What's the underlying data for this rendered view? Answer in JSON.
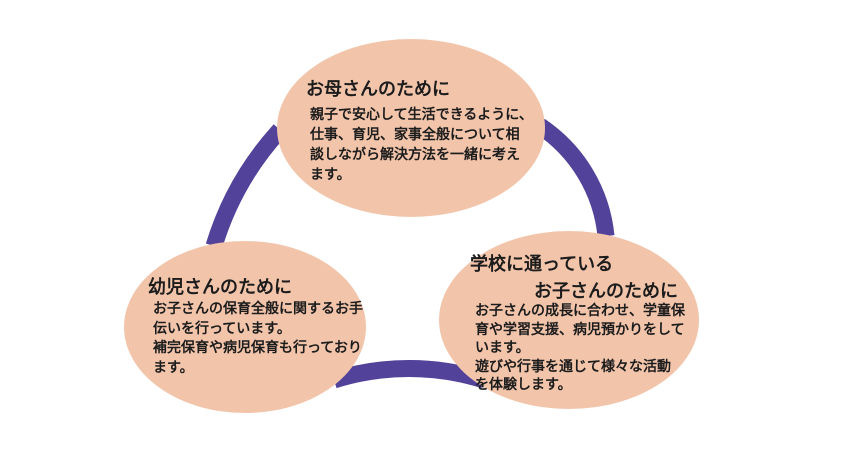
{
  "colors": {
    "background": "#ffffff",
    "bubble": "#f2c5ab",
    "ring": "#524299",
    "text": "#1c1c1c"
  },
  "bubbles": {
    "mothers": {
      "title": "お母さんのために",
      "body_lines": [
        "親子で安心して生活できるように、",
        "仕事、育児、家事全般について相",
        "談しながら解決方法を一緒に考え",
        "ます。"
      ]
    },
    "toddlers": {
      "title": "幼児さんのために",
      "body_lines": [
        "お子さんの保育全般に関するお手",
        "伝いを行っています。",
        "補完保育や病児保育も行っており",
        "ます。"
      ]
    },
    "school": {
      "title_lines": [
        "学校に通っている",
        "お子さんのために"
      ],
      "body_lines": [
        "お子さんの成長に合わせ、学童保",
        "育や学習支援、病児預かりをして",
        "います。",
        "遊びや行事を通じて様々な活動",
        "を体験します。"
      ]
    }
  }
}
